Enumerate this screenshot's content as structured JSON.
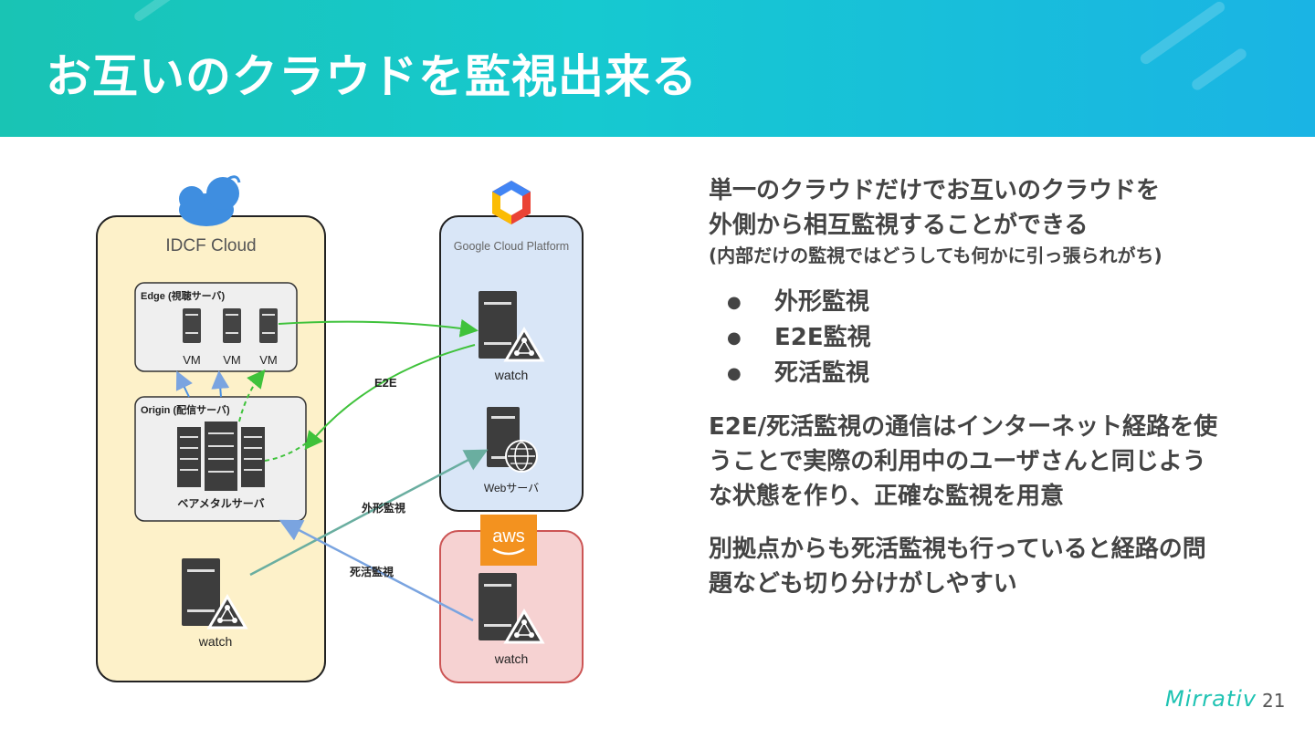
{
  "title": "お互いのクラウドを監視出来る",
  "diagram": {
    "idcf_label": "IDCF Cloud",
    "gcp_label": "Google Cloud Platform",
    "aws_label": "aws",
    "edge_label": "Edge (視聴サーバ)",
    "vm_labels": [
      "VM",
      "VM",
      "VM"
    ],
    "origin_label": "Origin (配信サーバ)",
    "baremetal_label": "ベアメタルサーバ",
    "idcf_watch_label": "watch",
    "gcp_watch_label": "watch",
    "web_server_label": "Webサーバ",
    "aws_watch_label": "watch",
    "e2e_label": "E2E",
    "gaikei_label": "外形監視",
    "shikatsu_label": "死活監視"
  },
  "right": {
    "intro_lines": [
      "単一のクラウドだけでお互いのクラウドを",
      "外側から相互監視することができる"
    ],
    "intro_note": "(内部だけの監視ではどうしても何かに引っ張られがち)",
    "bullets": [
      "外形監視",
      "E2E監視",
      "死活監視"
    ],
    "bullet_symbol": "●",
    "para1_lines": [
      "E2E/死活監視の通信はインターネット経路を使",
      "うことで実際の利用中のユーザさんと同じよう",
      "な状態を作り、正確な監視を用意"
    ],
    "para2_lines": [
      "別拠点からも死活監視も行っていると経路の問",
      "題なども切り分けがしやすい"
    ]
  },
  "footer": {
    "brand": "Mirrativ",
    "page": "21"
  },
  "colors": {
    "header_start": "#19c4b4",
    "header_end": "#1ab4e4",
    "idcf_bg": "#fdf1c9",
    "gcp_bg": "#d9e6f7",
    "aws_bg": "#f6d2d2",
    "green_arrow": "#3fc23b",
    "teal_arrow": "#6aaea0",
    "blue_arrow": "#7aa4e0",
    "aws_orange": "#f3921f"
  }
}
